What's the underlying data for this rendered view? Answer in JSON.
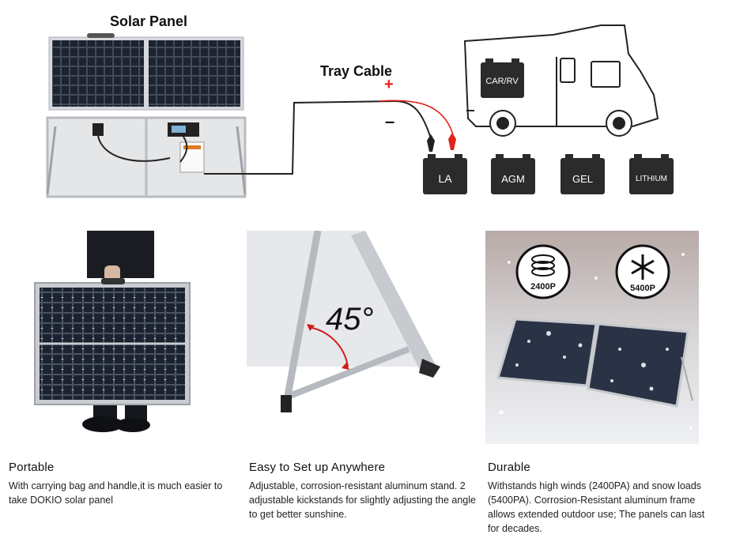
{
  "diagram": {
    "solar_panel_label": "Solar Panel",
    "tray_cable_label": "Tray Cable",
    "plus_sign": "+",
    "minus_sign": "–",
    "rv_battery_label": "CAR/RV",
    "batteries": [
      "LA",
      "AGM",
      "GEL",
      "LITHIUM"
    ]
  },
  "photos": {
    "angle_label": "45°",
    "badge_wind": "2400P",
    "badge_snow": "5400P"
  },
  "features": [
    {
      "title": "Portable",
      "description": "With carrying bag and handle,it is much easier to take DOKIO solar panel"
    },
    {
      "title": "Easy to Set up Anywhere",
      "description": "Adjustable, corrosion-resistant aluminum stand. 2 adjustable kickstands for slightly adjusting the angle to get better sunshine."
    },
    {
      "title": "Durable",
      "description": "Withstands high winds (2400PA) and snow loads (5400PA). Corrosion-Resistant aluminum frame allows extended outdoor use; The panels can last for decades."
    }
  ],
  "colors": {
    "panel_cell": "#1d2430",
    "panel_frame": "#c9ccd1",
    "positive_wire": "#e2231a",
    "battery": "#2b2b2b"
  }
}
